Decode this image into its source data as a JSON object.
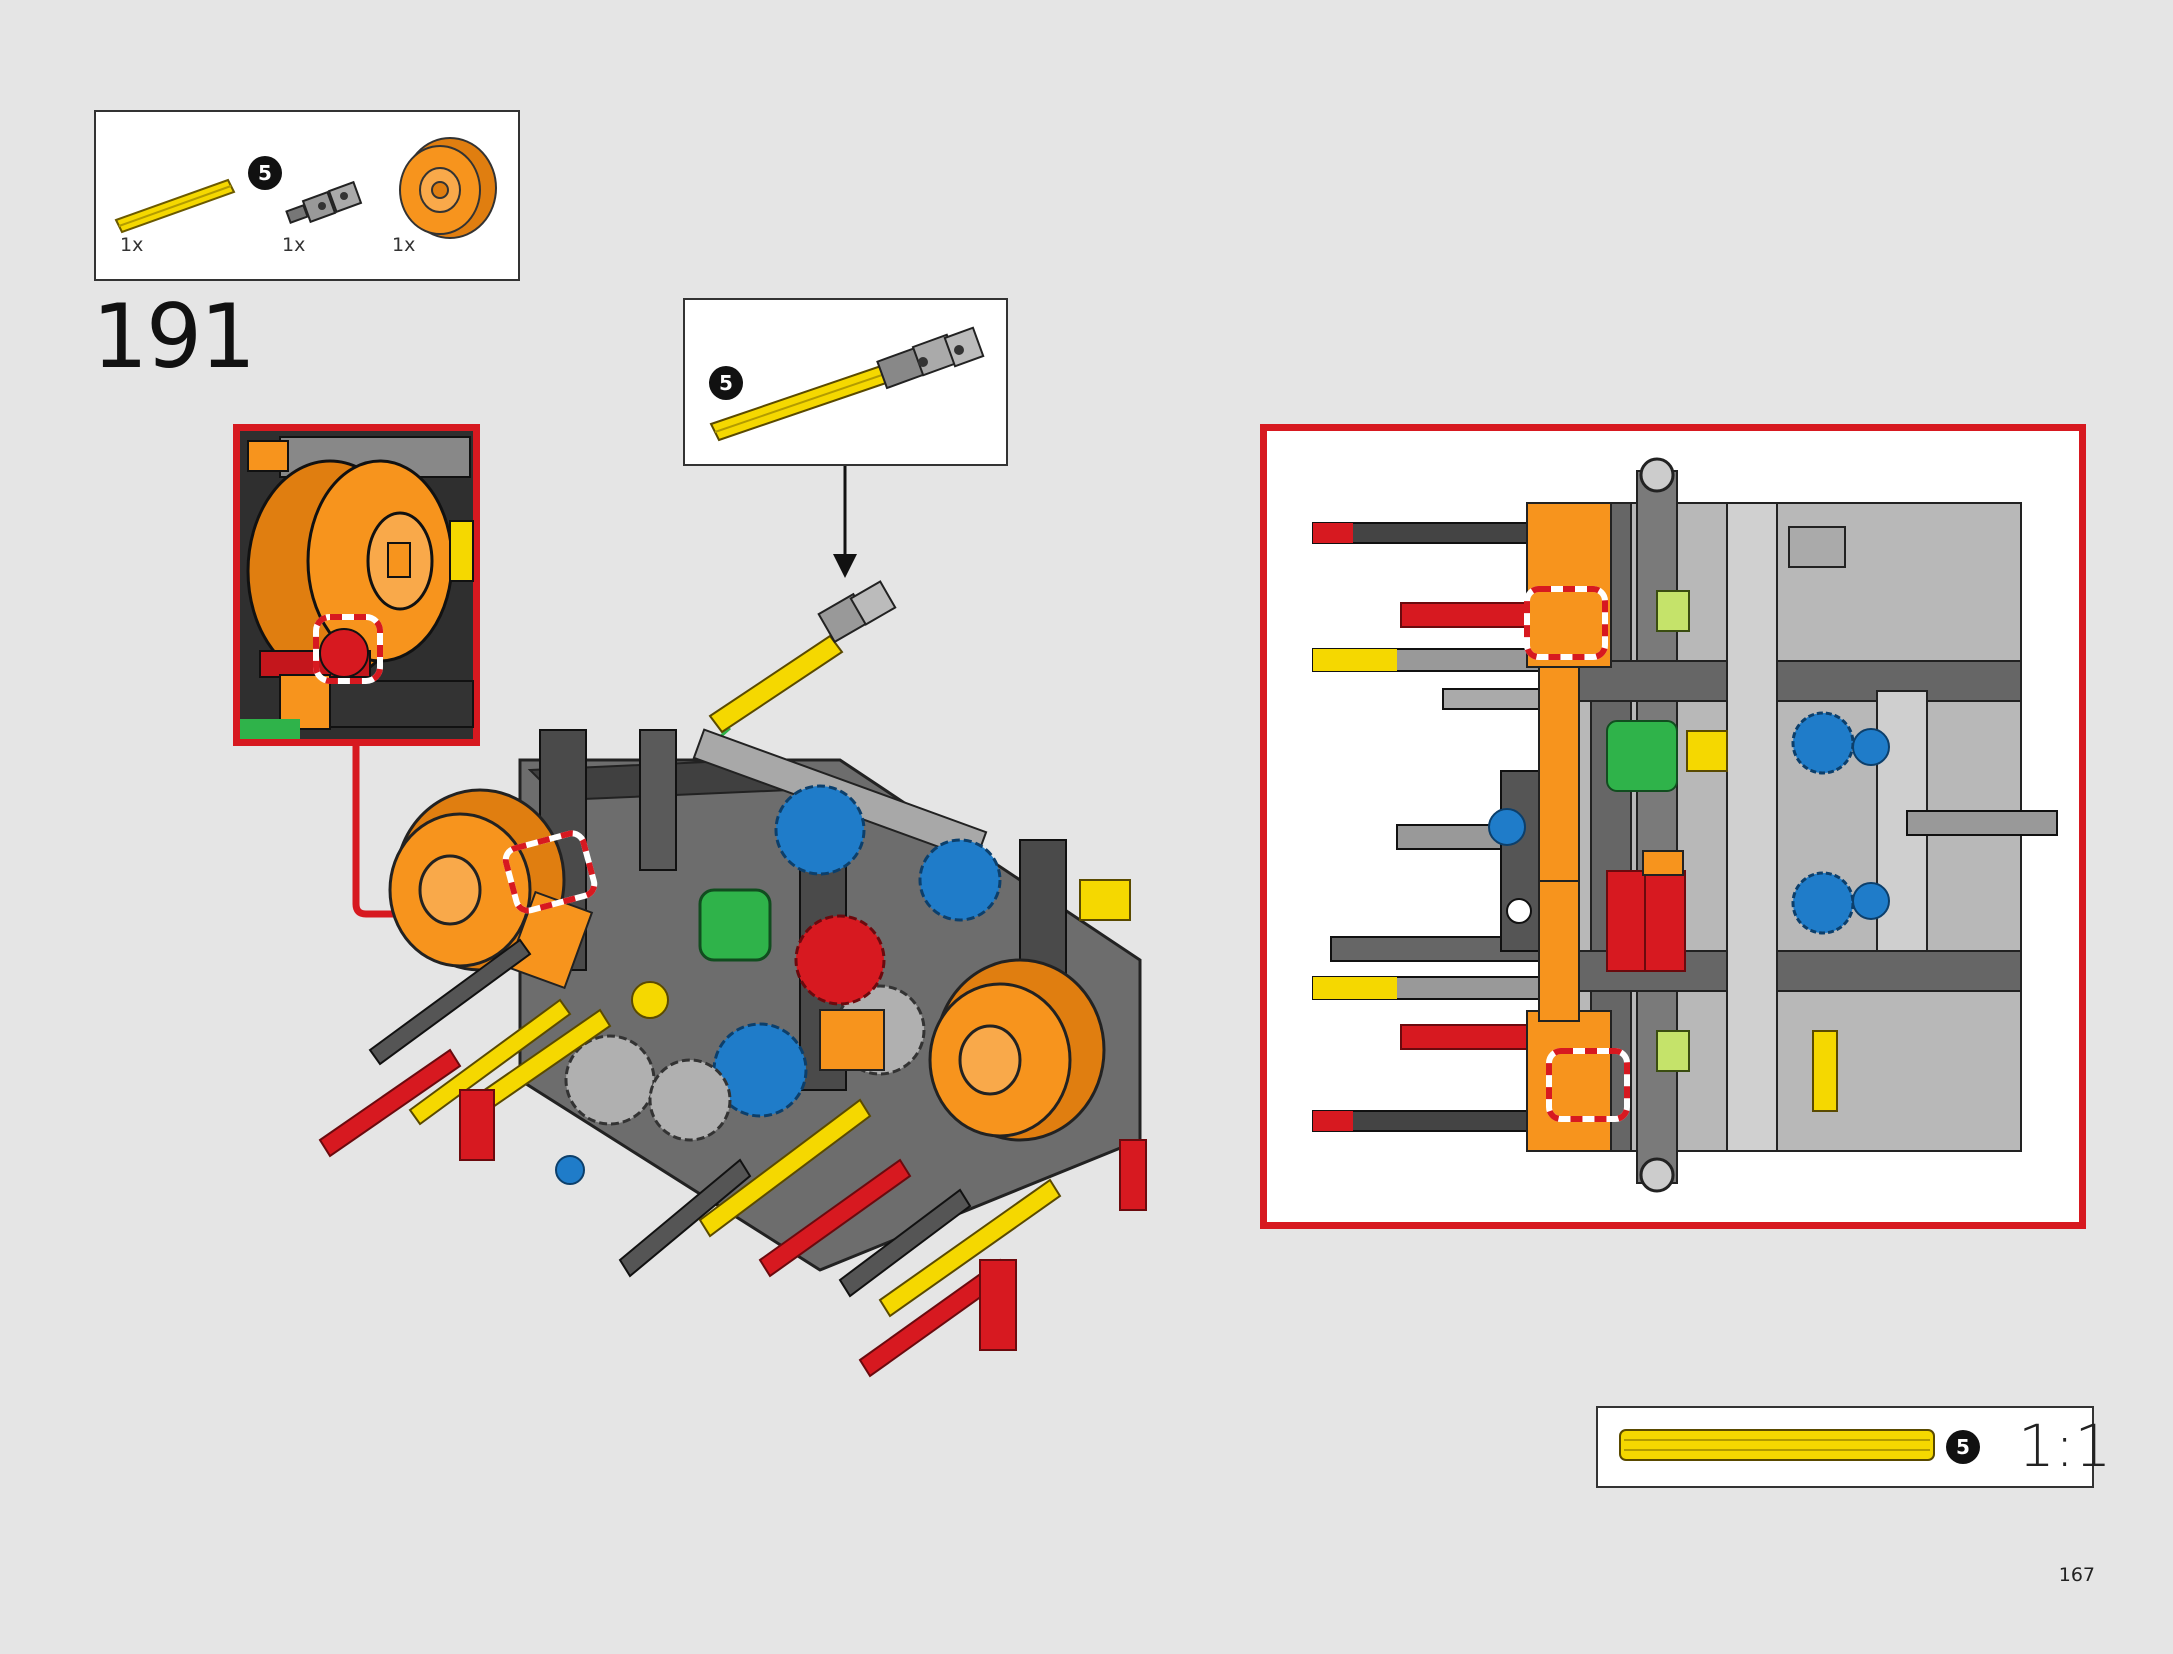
{
  "parts_list": {
    "items": [
      {
        "name": "axle-5-yellow",
        "qty": "1x",
        "badge": "5"
      },
      {
        "name": "universal-joint",
        "qty": "1x"
      },
      {
        "name": "orange-hub",
        "qty": "1x"
      }
    ]
  },
  "step": {
    "number": "191"
  },
  "subassembly": {
    "badge": "5"
  },
  "scale_box": {
    "badge": "5",
    "ratio": "1:1"
  },
  "page": {
    "number": "167"
  },
  "colors": {
    "red_accent": "#d71920",
    "yellow": "#f5d800",
    "orange": "#f7941d",
    "dark_gray": "#555555",
    "light_gray": "#a0a0a0",
    "blue": "#1f7cc9",
    "green": "#2fb34a"
  }
}
